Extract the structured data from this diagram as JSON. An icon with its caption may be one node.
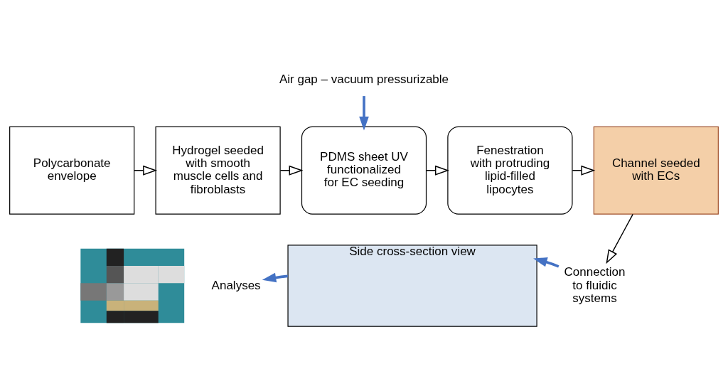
{
  "diagram": {
    "nodes": [
      {
        "text": [
          "Polycarbonate envelope"
        ]
      },
      {
        "text": [
          "Hydrogel seeded with smooth muscle cells and fibroblasts"
        ]
      },
      {
        "text": [
          "PDMS sheet UV functionalized for EC seeding"
        ]
      },
      {
        "text": [
          "Fenestration with protruding lipid-filled lipocytes"
        ]
      },
      {
        "text": [
          "Channel seeded with ECs"
        ]
      },
      {
        "text": [
          "Air gap – vacuum pressurizable"
        ]
      },
      {
        "text": [
          "Connection to fluidic systems"
        ]
      },
      {
        "text": [
          "Side cross-section view"
        ]
      },
      {
        "text": [
          "Analyses"
        ]
      },
      {
        "text": [],
        "shape": "picture"
      }
    ],
    "edges": [
      {
        "from": 0,
        "to": 1,
        "arrow": "to"
      },
      {
        "from": 1,
        "to": 2,
        "arrow": "to"
      },
      {
        "from": 2,
        "to": 3,
        "arrow": "to"
      },
      {
        "from": 3,
        "to": 4,
        "arrow": "to"
      },
      {
        "from": 5,
        "to": 2,
        "arrow": "to",
        "style": "thick",
        "color": "#4472c4"
      },
      {
        "from": 4,
        "to": 6,
        "arrow": "to"
      },
      {
        "from": 6,
        "to": 7,
        "arrow": "to",
        "style": "thick",
        "color": "#4472c4"
      },
      {
        "from": 7,
        "to": 8,
        "arrow": "to",
        "style": "thick",
        "color": "#4472c4"
      }
    ]
  }
}
